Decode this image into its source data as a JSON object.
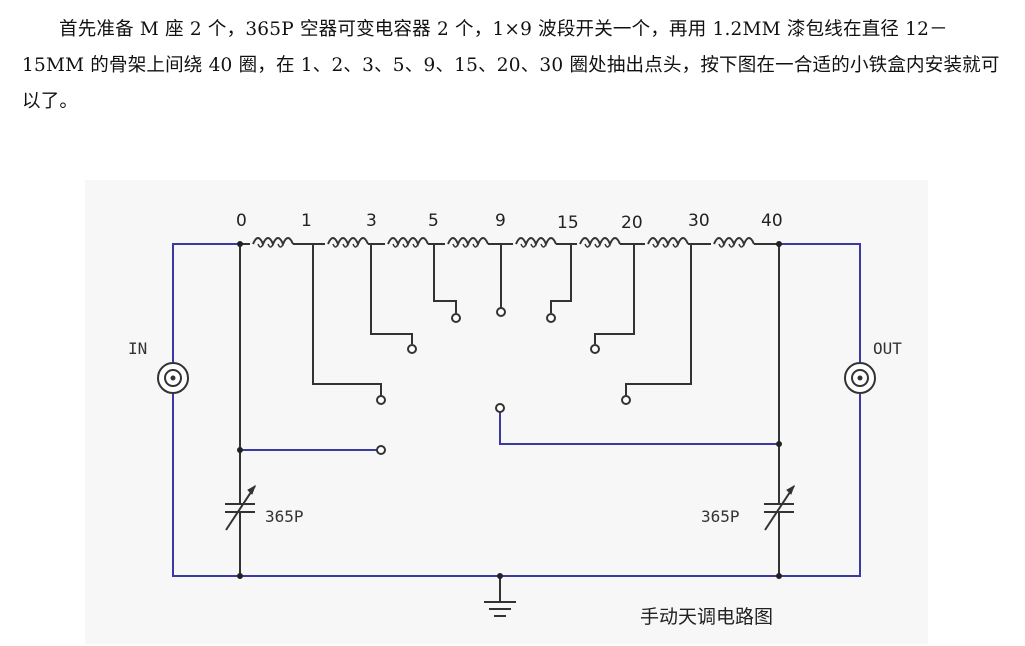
{
  "text": {
    "paragraph": "首先准备 M 座 2 个，365P 空器可变电容器 2 个，1×9 波段开关一个，再用 1.2MM 漆包线在直径 12－15MM 的骨架上间绕 40 圈，在 1、2、3、5、9、15、20、30 圈处抽出点头，按下图在一合适的小铁盒内安装就可以了。"
  },
  "figure": {
    "taps": [
      "0",
      "1",
      "3",
      "5",
      "9",
      "15",
      "20",
      "30",
      "40"
    ],
    "in_label": "IN",
    "out_label": "OUT",
    "cap_left_label": "365P",
    "cap_right_label": "365P",
    "caption": "手动天调电路图",
    "wire_color": "#3a3aa0",
    "line_color": "#333333"
  }
}
